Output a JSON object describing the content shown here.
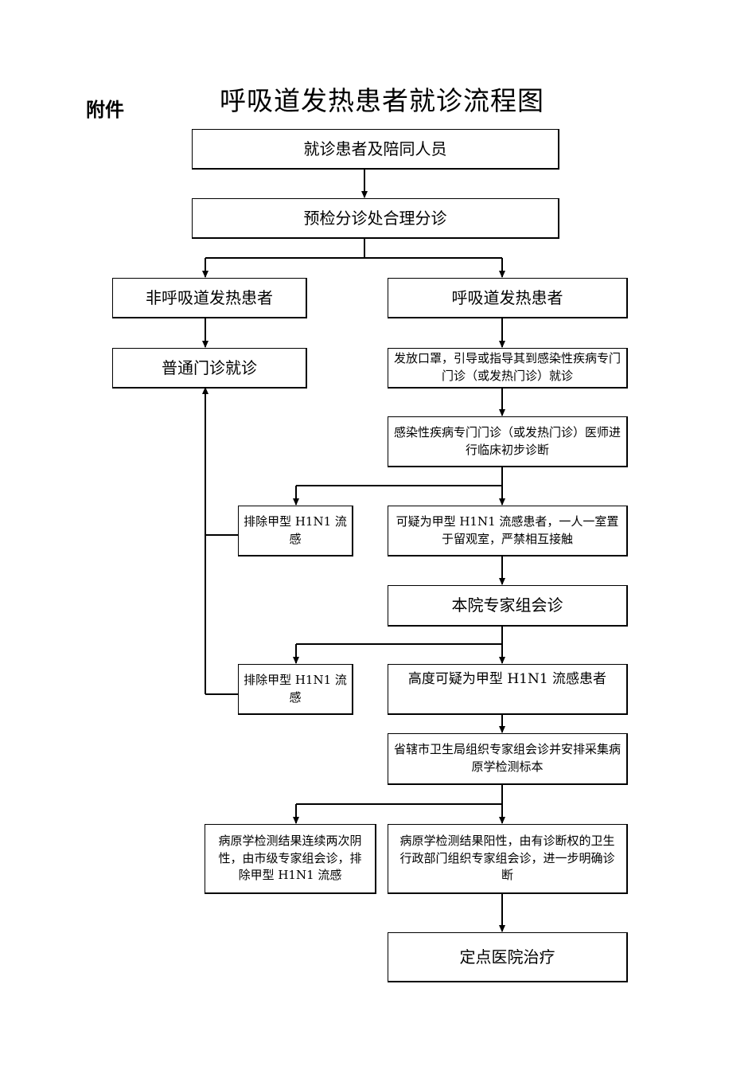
{
  "annex": "附件",
  "title": "呼吸道发热患者就诊流程图",
  "nodes": {
    "patients": "就诊患者及陪同人员",
    "triage": "预检分诊处合理分诊",
    "non_resp": "非呼吸道发热患者",
    "resp": "呼吸道发热患者",
    "general_clinic": "普通门诊就诊",
    "mask_guide": "发放口罩，引导或指导其到感染性疾病专门门诊（或发热门诊）就诊",
    "initial_dx": "感染性疾病专门门诊（或发热门诊）医师进行临床初步诊断",
    "exclude_1": "排除甲型 H1N1 流感",
    "suspected": "可疑为甲型 H1N1 流感患者，一人一室置于留观室，严禁相互接触",
    "consult": "本院专家组会诊",
    "exclude_2": "排除甲型 H1N1 流感",
    "highly_suspected": "高度可疑为甲型 H1N1 流感患者",
    "provincial": "省辖市卫生局组织专家组会诊并安排采集病原学检测标本",
    "negative": "病原学检测结果连续两次阴性，由市级专家组会诊，排除甲型 H1N1 流感",
    "positive": "病原学检测结果阳性，由有诊断权的卫生行政部门组织专家组会诊，进一步明确诊断",
    "designated": "定点医院治疗"
  }
}
